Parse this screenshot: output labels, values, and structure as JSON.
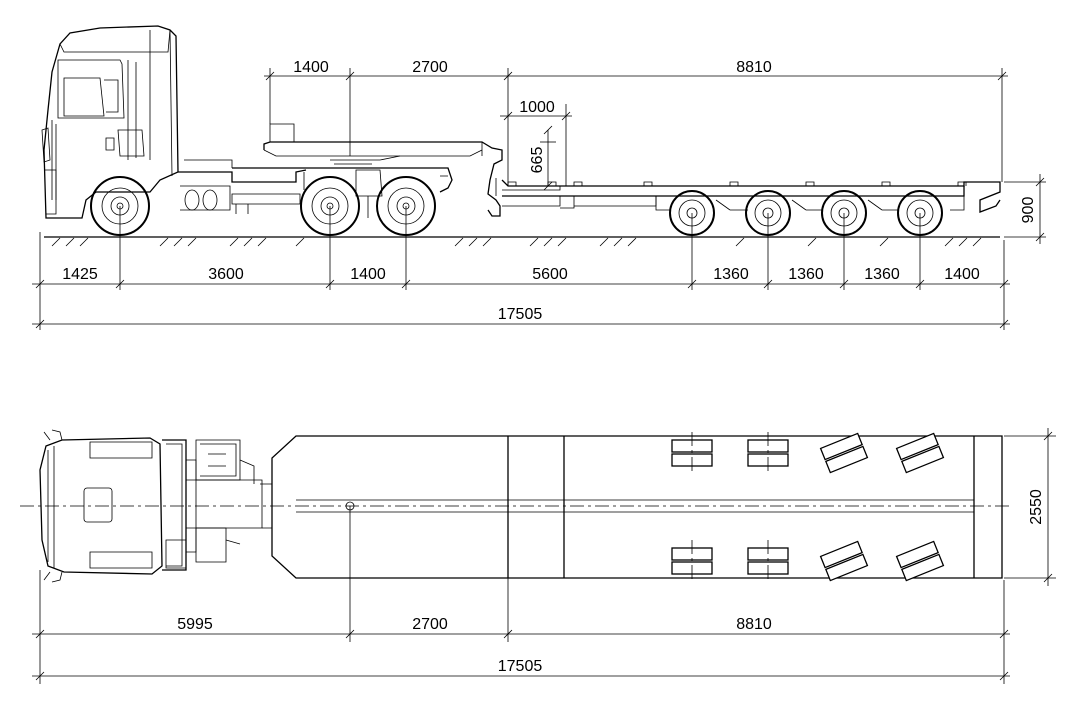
{
  "side_view": {
    "top_dims": {
      "d1": "1400",
      "d2": "2700",
      "d3": "8810",
      "d4": "1000",
      "d5": "665"
    },
    "right_dim": "900",
    "bottom_dims": {
      "d1": "1425",
      "d2": "3600",
      "d3": "1400",
      "d4": "5600",
      "d5": "1360",
      "d6": "1360",
      "d7": "1360",
      "d8": "1400"
    },
    "total": "17505"
  },
  "plan_view": {
    "bottom_dims": {
      "d1": "5995",
      "d2": "2700",
      "d3": "8810"
    },
    "right_dim": "2550",
    "total": "17505"
  }
}
